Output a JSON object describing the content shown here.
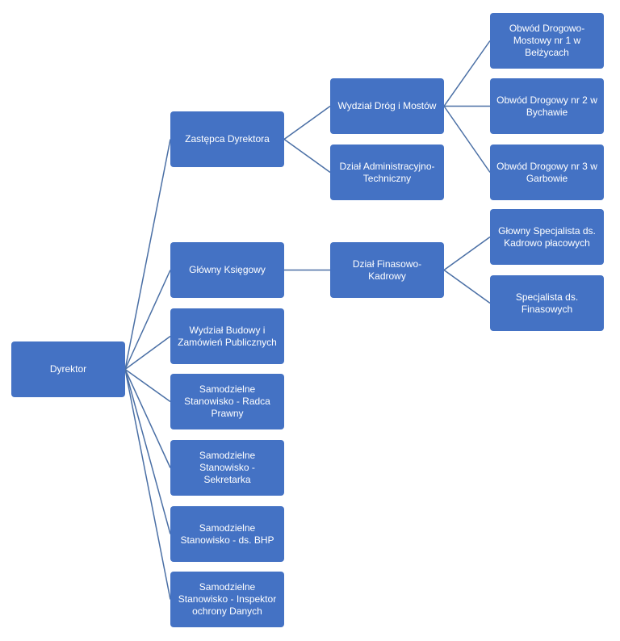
{
  "colors": {
    "node_fill": "#4472c4",
    "node_text": "#ffffff",
    "connector": "#4a6fa5"
  },
  "nodes": {
    "dyrektor": "Dyrektor",
    "zastepca": "Zastępca Dyrektora",
    "wydzial_drog": "Wydział Dróg i Mostów",
    "dzial_admin": "Dział Administracyjno-\nTechniczny",
    "obwod1": "Obwód Drogowo-\nMostowy nr 1 w\nBełżycach",
    "obwod2": "Obwód Drogowy nr 2 w\nBychawie",
    "obwod3": "Obwód Drogowy nr 3 w\nGarbowie",
    "ksiegowy": "Główny Księgowy",
    "dzial_fin": "Dział Finasowo-\nKadrowy",
    "spec_kadrowy": "Głowny Specjalista ds.\nKadrowo płacowych",
    "spec_fin": "Specjalista ds.\nFinasowych",
    "wydzial_budowy": "Wydział Budowy i\nZamówień Publicznych",
    "radca": "Samodzielne\nStanowisko - Radca\nPrawny",
    "sekretarka": "Samodzielne\nStanowisko -\nSekretarka",
    "bhp": "Samodzielne\nStanowisko - ds. BHP",
    "inspektor": "Samodzielne\nStanowisko - Inspektor\nochrony Danych"
  },
  "edges": [
    [
      "dyrektor",
      "zastepca"
    ],
    [
      "dyrektor",
      "ksiegowy"
    ],
    [
      "dyrektor",
      "wydzial_budowy"
    ],
    [
      "dyrektor",
      "radca"
    ],
    [
      "dyrektor",
      "sekretarka"
    ],
    [
      "dyrektor",
      "bhp"
    ],
    [
      "dyrektor",
      "inspektor"
    ],
    [
      "zastepca",
      "wydzial_drog"
    ],
    [
      "zastepca",
      "dzial_admin"
    ],
    [
      "wydzial_drog",
      "obwod1"
    ],
    [
      "wydzial_drog",
      "obwod2"
    ],
    [
      "wydzial_drog",
      "obwod3"
    ],
    [
      "ksiegowy",
      "dzial_fin"
    ],
    [
      "dzial_fin",
      "spec_kadrowy"
    ],
    [
      "dzial_fin",
      "spec_fin"
    ]
  ]
}
